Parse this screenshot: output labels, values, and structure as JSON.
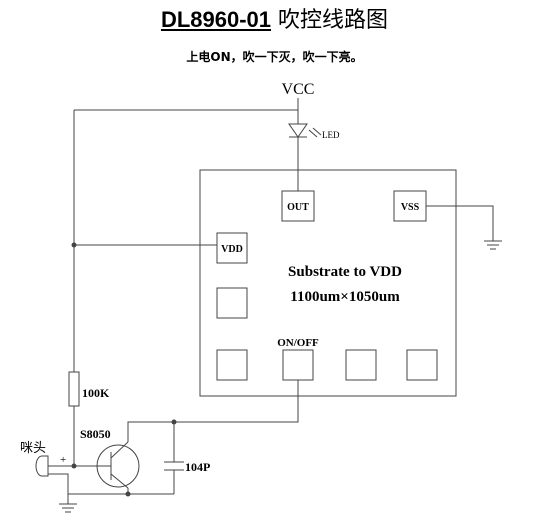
{
  "title": {
    "code": "DL8960-01",
    "name": "吹控线路图"
  },
  "subtitle": "上电ON，吹一下灭，吹一下亮。",
  "diagram": {
    "power_label": "VCC",
    "led_label": "LED",
    "chip": {
      "substrate_label": "Substrate to VDD",
      "size_label": "1100um×1050um",
      "pads": {
        "out": "OUT",
        "vss": "VSS",
        "vdd": "VDD",
        "on_off": "ON/OFF"
      }
    },
    "resistor_label": "100K",
    "transistor_label": "S8050",
    "capacitor_label": "104P",
    "microphone_label": "咪头",
    "mic_polarity": "+"
  }
}
